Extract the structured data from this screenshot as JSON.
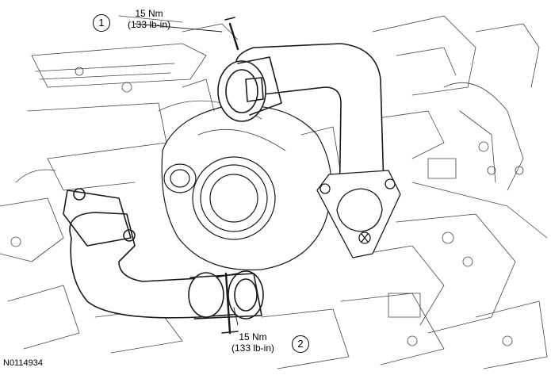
{
  "callouts": [
    {
      "number": "1",
      "torque": "15 Nm",
      "imperial": "(133 lb-in)"
    },
    {
      "number": "2",
      "torque": "15 Nm",
      "imperial": "(133 lb-in)"
    }
  ],
  "figure_id": "N0114934"
}
